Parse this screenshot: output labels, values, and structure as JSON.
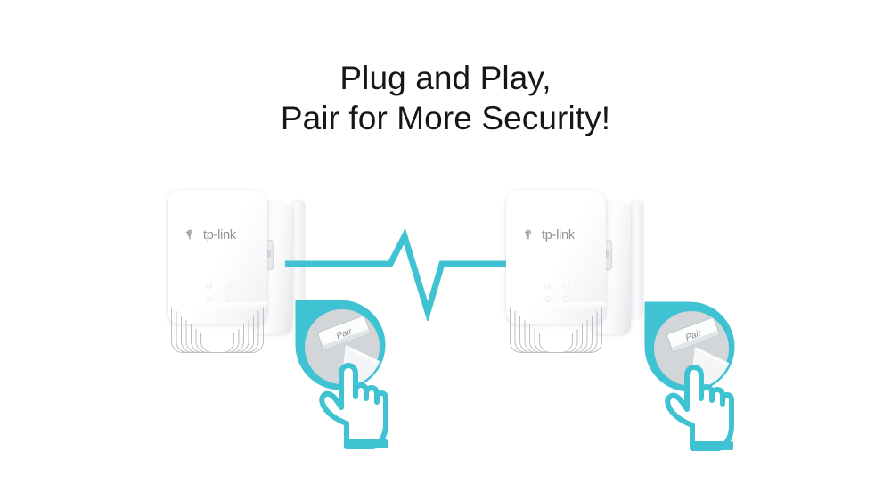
{
  "page": {
    "background_color": "#ffffff",
    "accent_color": "#3fc3d2",
    "text_color": "#161616"
  },
  "headline": {
    "line1": "Plug and Play,",
    "line2": "Pair for More Security!"
  },
  "devices": [
    {
      "id": "powerline-adapter-left",
      "brand": "tp-link",
      "side_button_label": "Pair",
      "led_count": 4
    },
    {
      "id": "powerline-adapter-right",
      "brand": "tp-link",
      "side_button_label": "Pair",
      "led_count": 4
    }
  ],
  "connection": {
    "type": "powerline-signal",
    "icon": "pulse-waveform-icon",
    "color": "#3fc3d2"
  },
  "callouts": [
    {
      "id": "callout-left",
      "button_label": "Pair",
      "gesture": "press",
      "hand_icon": "pointing-hand-icon",
      "outline_color": "#3fc3d2"
    },
    {
      "id": "callout-right",
      "button_label": "Pair",
      "gesture": "press",
      "hand_icon": "pointing-hand-icon",
      "outline_color": "#3fc3d2"
    }
  ]
}
